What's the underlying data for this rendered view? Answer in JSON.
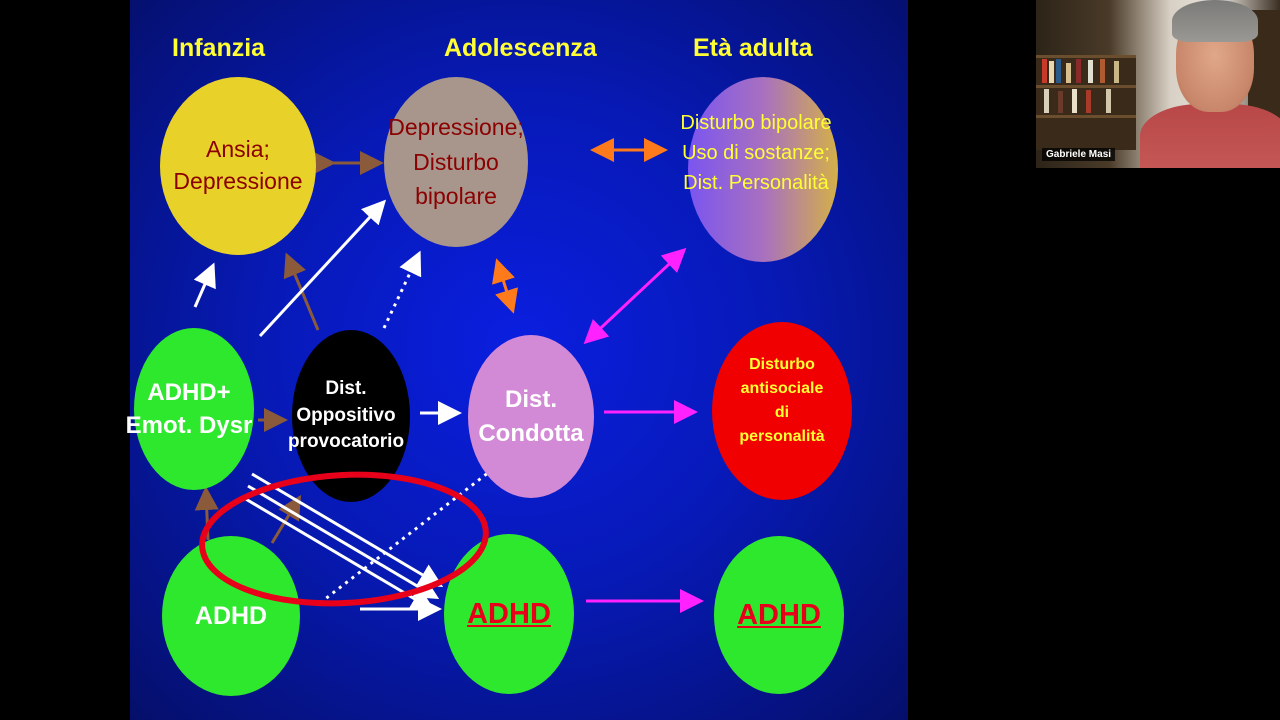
{
  "slide": {
    "headers": {
      "childhood": "Infanzia",
      "adolescence": "Adolescenza",
      "adulthood": "Età adulta"
    },
    "nodes": {
      "ansia": "Ansia;\nDepressione",
      "depressione_bipolare": "Depressione;\nDisturbo\nbipolare",
      "adulto": "Disturbo bipolare\nUso di sostanze;\nDist. Personalità",
      "adhd_emot": "ADHD+\nEmot. Dysr",
      "oppositivo": "Dist.\nOppositivo\nprovocatorio",
      "condotta": "Dist.\nCondotta",
      "antisociale": "Disturbo\nantisociale\ndi\npersonalità",
      "adhd_child": "ADHD",
      "adhd_adolescent": "ADHD",
      "adhd_adult": "ADHD"
    },
    "colors": {
      "yellow": "#e8d22a",
      "taupe": "#a8968c",
      "green": "#2ee82e",
      "black": "#000000",
      "lilac": "#d28ad6",
      "red": "#f00000",
      "header_text": "#ffff33",
      "arrow_brown": "#8a5a3a",
      "arrow_orange": "#ff7a1a",
      "arrow_magenta": "#ff22ff",
      "highlight_ring": "#e8001a"
    }
  },
  "webcam": {
    "participant_name": "Gabriele Masi"
  }
}
